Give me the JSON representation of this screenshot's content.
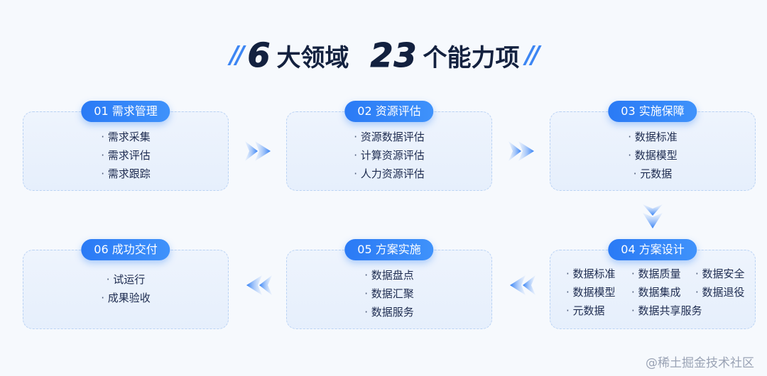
{
  "title": {
    "num1": "6",
    "text1": "大领域",
    "num2": "23",
    "text2": "个能力项"
  },
  "domains": [
    {
      "label": "01 需求管理",
      "items": [
        "需求采集",
        "需求评估",
        "需求跟踪"
      ]
    },
    {
      "label": "02 资源评估",
      "items": [
        "资源数据评估",
        "计算资源评估",
        "人力资源评估"
      ]
    },
    {
      "label": "03 实施保障",
      "items": [
        "数据标准",
        "数据模型",
        "元数据"
      ]
    },
    {
      "label": "04 方案设计",
      "items": [
        "数据标准",
        "数据质量",
        "数据安全",
        "数据模型",
        "数据集成",
        "数据退役",
        "元数据",
        "数据共享服务"
      ]
    },
    {
      "label": "05 方案实施",
      "items": [
        "数据盘点",
        "数据汇聚",
        "数据服务"
      ]
    },
    {
      "label": "06 成功交付",
      "items": [
        "试运行",
        "成果验收"
      ]
    }
  ],
  "watermark": "@稀土掘金技术社区",
  "colors": {
    "accent": "#2a7af5",
    "card_bg": "#e9f1fc",
    "title": "#13213f"
  }
}
